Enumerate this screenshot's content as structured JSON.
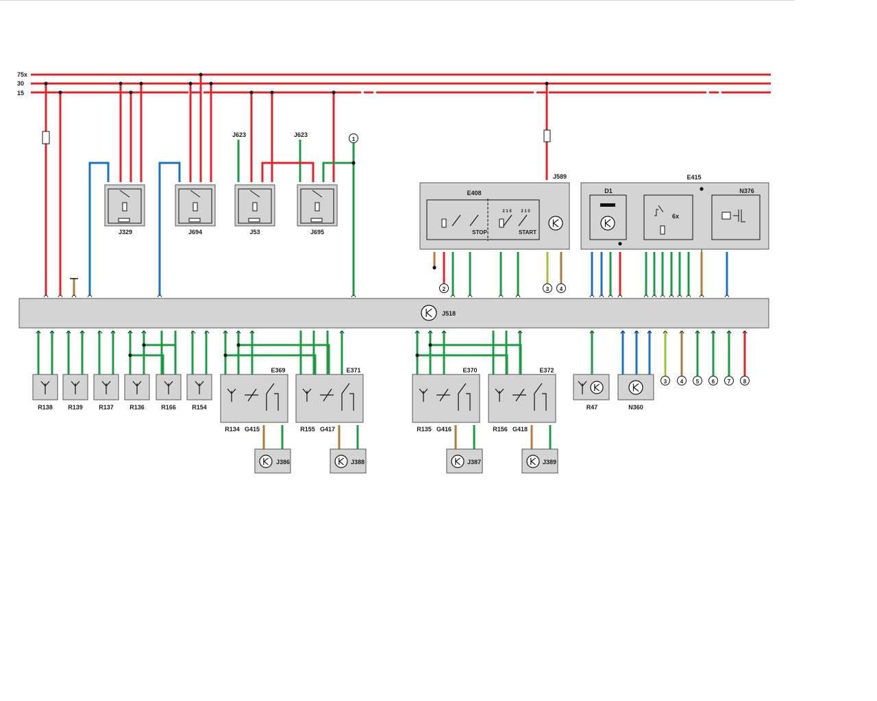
{
  "colors": {
    "power": "#e1242b",
    "signal": "#1e9a45",
    "can_blue": "#1c70c0",
    "brown": "#b07a3c",
    "yellow_green": "#9ec23a",
    "component_fill": "#d4d4d4",
    "component_stroke": "#555555"
  },
  "rails": {
    "r75x": "75x",
    "r30": "30",
    "r15": "15"
  },
  "external_labels": {
    "j623_a": "J623",
    "j623_b": "J623",
    "j589": "J589"
  },
  "relays": {
    "j329": "J329",
    "j694": "J694",
    "j53": "J53",
    "j695": "J695"
  },
  "e408": {
    "title": "E408",
    "stop": "STOP",
    "start": "START",
    "pos_left": "2 1 0",
    "pos_right": "2 1 0"
  },
  "e415": {
    "title": "E415",
    "d1": "D1",
    "n376": "N376",
    "mult": "6x"
  },
  "j518": {
    "label": "J518"
  },
  "antennas": [
    "R138",
    "R139",
    "R137",
    "R136",
    "R166",
    "R154"
  ],
  "handles": {
    "e369": "E369",
    "e371": "E371",
    "e370": "E370",
    "e372": "E372",
    "r134": "R134",
    "g415": "G415",
    "r155": "R155",
    "g417": "G417",
    "r135": "R135",
    "g416": "G416",
    "r156": "R156",
    "g418": "G418"
  },
  "door_units": {
    "j386": "J386",
    "j388": "J388",
    "j387": "J387",
    "j389": "J389"
  },
  "r47": "R47",
  "n360": "N360",
  "connectors": {
    "c1": "1",
    "c2": "2",
    "c3_top": "3",
    "c4_top": "4",
    "c3": "3",
    "c4": "4",
    "c5": "5",
    "c6": "6",
    "c7": "7",
    "c8": "8"
  }
}
